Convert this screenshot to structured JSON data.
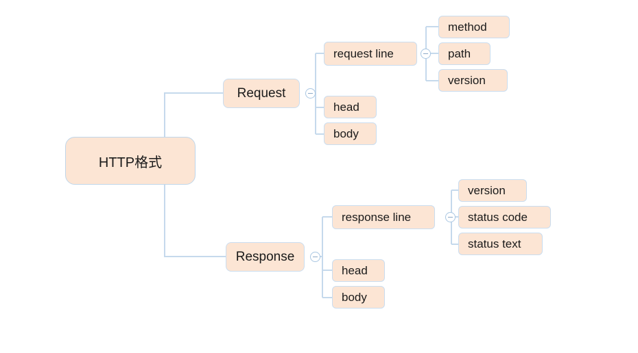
{
  "diagram": {
    "type": "mind-map",
    "title": "HTTP格式",
    "root": {
      "label": "HTTP格式"
    },
    "colors": {
      "node_fill": "#fce5d4",
      "node_border": "#c9ddf0",
      "connector": "#c5d9ec",
      "text": "#1a1a1a",
      "background": "#ffffff"
    },
    "branches": [
      {
        "label": "Request",
        "toggle": "collapse-minus",
        "children": [
          {
            "label": "request line",
            "toggle": "collapse-minus",
            "children": [
              {
                "label": "method"
              },
              {
                "label": "path"
              },
              {
                "label": "version"
              }
            ]
          },
          {
            "label": "head"
          },
          {
            "label": "body"
          }
        ]
      },
      {
        "label": "Response",
        "toggle": "collapse-minus",
        "children": [
          {
            "label": "response line",
            "toggle": "collapse-minus",
            "children": [
              {
                "label": "version"
              },
              {
                "label": "status code"
              },
              {
                "label": "status text"
              }
            ]
          },
          {
            "label": "head"
          },
          {
            "label": "body"
          }
        ]
      }
    ]
  }
}
